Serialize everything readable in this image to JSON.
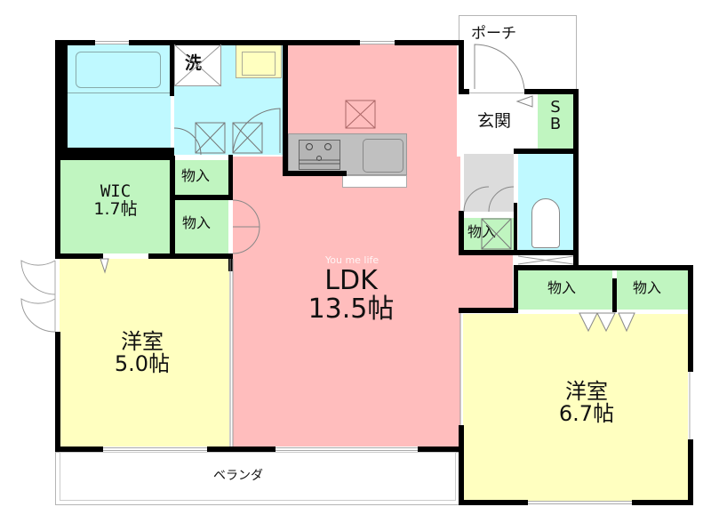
{
  "floor_plan": {
    "watermark": "You me life",
    "colors": {
      "ldk": "#ffbdbd",
      "western_room": "#ffffc0",
      "storage": "#c0f5c0",
      "water": "#bff9ff",
      "kitchen_counter": "#c0c0c0",
      "shoe_box": "#dcdcdc",
      "wall": "#000000"
    },
    "rooms": {
      "ldk": {
        "name": "LDK",
        "size": "13.5帖"
      },
      "western_room_1": {
        "name": "洋室",
        "size": "5.0帖"
      },
      "western_room_2": {
        "name": "洋室",
        "size": "6.7帖"
      },
      "wic": {
        "name": "WIC",
        "size": "1.7帖"
      },
      "entrance": {
        "name": "玄関"
      },
      "shoe_storage": {
        "line1": "S",
        "line2": "B"
      },
      "porch": {
        "name": "ポーチ"
      },
      "balcony": {
        "name": "ベランダ"
      },
      "washer": {
        "name": "洗"
      }
    },
    "storage_labels": {
      "closet_1": "物入",
      "closet_2": "物入",
      "closet_3": "物入",
      "closet_4": "物入",
      "closet_5": "物入"
    }
  }
}
